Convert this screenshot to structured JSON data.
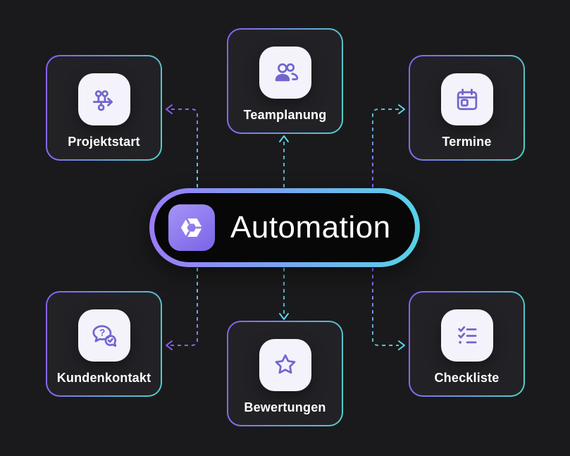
{
  "center": {
    "label": "Automation",
    "logo_icon": "hex-pinwheel-logo-icon"
  },
  "nodes": [
    {
      "id": "projektstart",
      "label": "Projektstart",
      "icon": "timeline-arrow-icon",
      "position": "top-left"
    },
    {
      "id": "teamplanung",
      "label": "Teamplanung",
      "icon": "users-icon",
      "position": "top-center"
    },
    {
      "id": "termine",
      "label": "Termine",
      "icon": "calendar-icon",
      "position": "top-right"
    },
    {
      "id": "kundenkontakt",
      "label": "Kundenkontakt",
      "icon": "chat-bubbles-icon",
      "position": "bottom-left"
    },
    {
      "id": "bewertungen",
      "label": "Bewertungen",
      "icon": "star-icon",
      "position": "bottom-center"
    },
    {
      "id": "checkliste",
      "label": "Checkliste",
      "icon": "checklist-icon",
      "position": "bottom-right"
    }
  ],
  "connectors": [
    {
      "from": "center",
      "to": "projektstart",
      "style": "dashed-elbow",
      "arrow": "left"
    },
    {
      "from": "center",
      "to": "teamplanung",
      "style": "dashed-straight",
      "arrow": "up"
    },
    {
      "from": "center",
      "to": "termine",
      "style": "dashed-elbow",
      "arrow": "right"
    },
    {
      "from": "center",
      "to": "kundenkontakt",
      "style": "dashed-elbow",
      "arrow": "left"
    },
    {
      "from": "center",
      "to": "bewertungen",
      "style": "dashed-straight",
      "arrow": "down"
    },
    {
      "from": "center",
      "to": "checkliste",
      "style": "dashed-elbow",
      "arrow": "right"
    }
  ],
  "colors": {
    "bg": "#1a1a1c",
    "card_bg": "#222226",
    "purple": "#8b5cf6",
    "teal": "#4fd1c5",
    "cyan": "#5dd5e8",
    "tile_bg": "#f4f3fb",
    "icon_stroke": "#7166ce",
    "text": "#ffffff",
    "pill_bg": "#070707"
  }
}
